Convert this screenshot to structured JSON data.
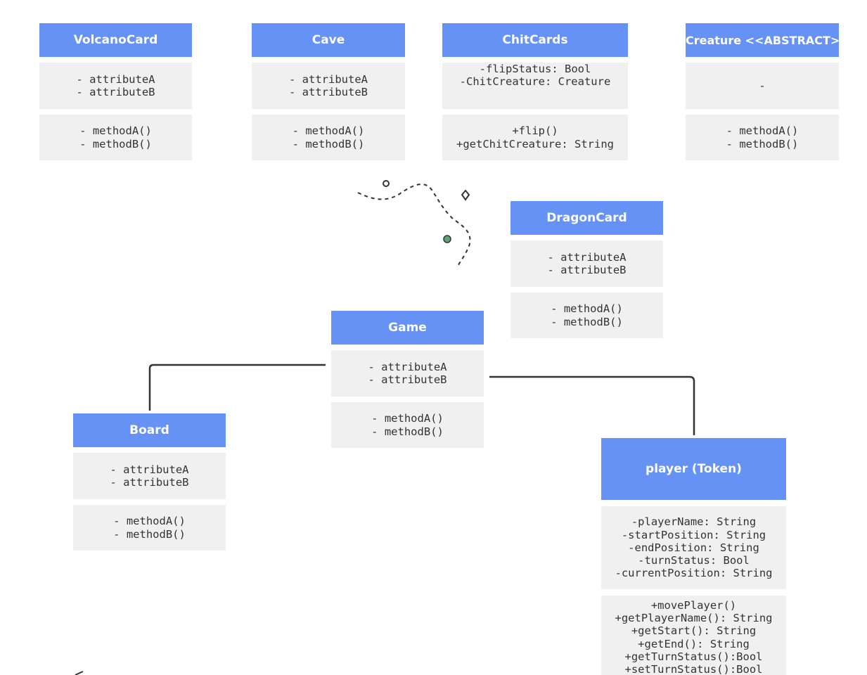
{
  "classes": {
    "volcano": {
      "name": "VolcanoCard",
      "attributes": [
        "- attributeA",
        "- attributeB"
      ],
      "methods": [
        "- methodA()",
        "- methodB()"
      ]
    },
    "cave": {
      "name": "Cave",
      "attributes": [
        "- attributeA",
        "- attributeB"
      ],
      "methods": [
        "- methodA()",
        "- methodB()"
      ]
    },
    "chit": {
      "name": "ChitCards",
      "attributes": [
        "-flipStatus: Bool",
        "-ChitCreature: Creature"
      ],
      "methods": [
        "+flip()",
        "+getChitCreature: String"
      ]
    },
    "creature": {
      "name": "Creature <<ABSTRACT>>",
      "attributes": [
        "-"
      ],
      "methods": [
        "- methodA()",
        "- methodB()"
      ]
    },
    "dragon": {
      "name": "DragonCard",
      "attributes": [
        "- attributeA",
        "- attributeB"
      ],
      "methods": [
        "- methodA()",
        "- methodB()"
      ]
    },
    "game": {
      "name": "Game",
      "attributes": [
        "- attributeA",
        "- attributeB"
      ],
      "methods": [
        "- methodA()",
        "- methodB()"
      ]
    },
    "board": {
      "name": "Board",
      "attributes": [
        "- attributeA",
        "- attributeB"
      ],
      "methods": [
        "- methodA()",
        "- methodB()"
      ]
    },
    "player": {
      "name": "player (Token)",
      "attributes": [
        "-playerName: String",
        "-startPosition: String",
        "-endPosition: String",
        "-turnStatus: Bool",
        "-currentPosition: String"
      ],
      "methods": [
        "+movePlayer()",
        "+getPlayerName(): String",
        "+getStart(): String",
        "+getEnd(): String",
        "+getTurnStatus():Bool",
        "+setTurnStatus():Bool"
      ]
    }
  },
  "colors": {
    "header": "#6691f5",
    "section": "#f0f0f0",
    "connector": "#333333",
    "dot": "#5fa37a"
  }
}
